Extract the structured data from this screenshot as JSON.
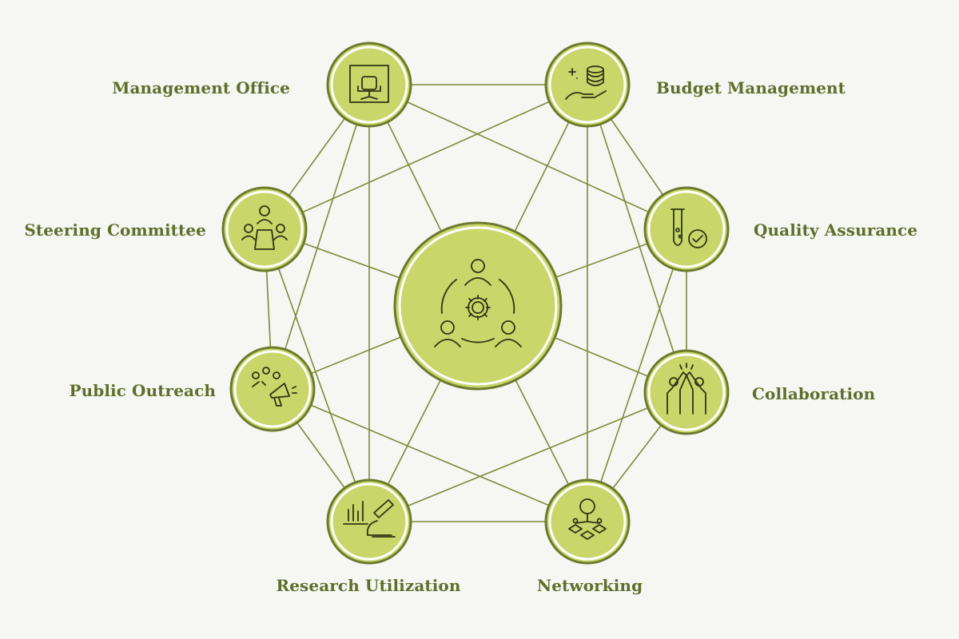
{
  "diagram": {
    "center": {
      "icon": "team-gear-icon"
    },
    "nodes": [
      {
        "id": "management-office",
        "label": "Management Office",
        "icon": "office-chair-icon"
      },
      {
        "id": "budget-management",
        "label": "Budget Management",
        "icon": "coins-hand-icon"
      },
      {
        "id": "steering-committee",
        "label": "Steering Committee",
        "icon": "meeting-table-icon"
      },
      {
        "id": "quality-assurance",
        "label": "Quality Assurance",
        "icon": "test-tube-check-icon"
      },
      {
        "id": "public-outreach",
        "label": "Public Outreach",
        "icon": "megaphone-icon"
      },
      {
        "id": "collaboration",
        "label": "Collaboration",
        "icon": "high-five-icon"
      },
      {
        "id": "research-utilization",
        "label": "Research Utilization",
        "icon": "microscope-chart-icon"
      },
      {
        "id": "networking",
        "label": "Networking",
        "icon": "network-people-icon"
      }
    ],
    "colors": {
      "node_fill": "#c8d66a",
      "node_ring": "#6b7a2e",
      "line": "#7d8a3a",
      "label": "#5f6f2b",
      "icon_stroke": "#2f3415"
    }
  }
}
